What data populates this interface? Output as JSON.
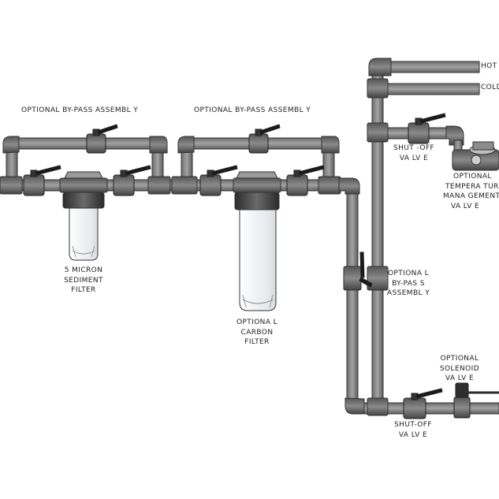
{
  "labels": {
    "bypass_1": "OPTIONAL BY-PASS ASSEMBL Y",
    "bypass_2": "OPTIONAL BY-PASS ASSEMBL Y",
    "hot": "HOT",
    "cold": "COLD",
    "shutoff_top": [
      "SHUT -OFF",
      "VA LV E"
    ],
    "temp_valve": [
      "OPTIONAL",
      "TEMPERA TURE",
      "MANA GEMENT",
      "VA LV E"
    ],
    "sediment_filter": [
      "5 MICRON",
      "SEDIMENT",
      "FILTER"
    ],
    "carbon_filter": [
      "OPTIONA L",
      "CARBON",
      "FILTER"
    ],
    "bypass_vertical": [
      "OPTIONA L",
      "BY-PAS S",
      "ASSEMBL Y"
    ],
    "solenoid": [
      "OPTIONAL",
      "SOLENOID",
      "VA LV E"
    ],
    "shutoff_bottom": [
      "SHUT-OFF",
      "VA LV E"
    ]
  }
}
